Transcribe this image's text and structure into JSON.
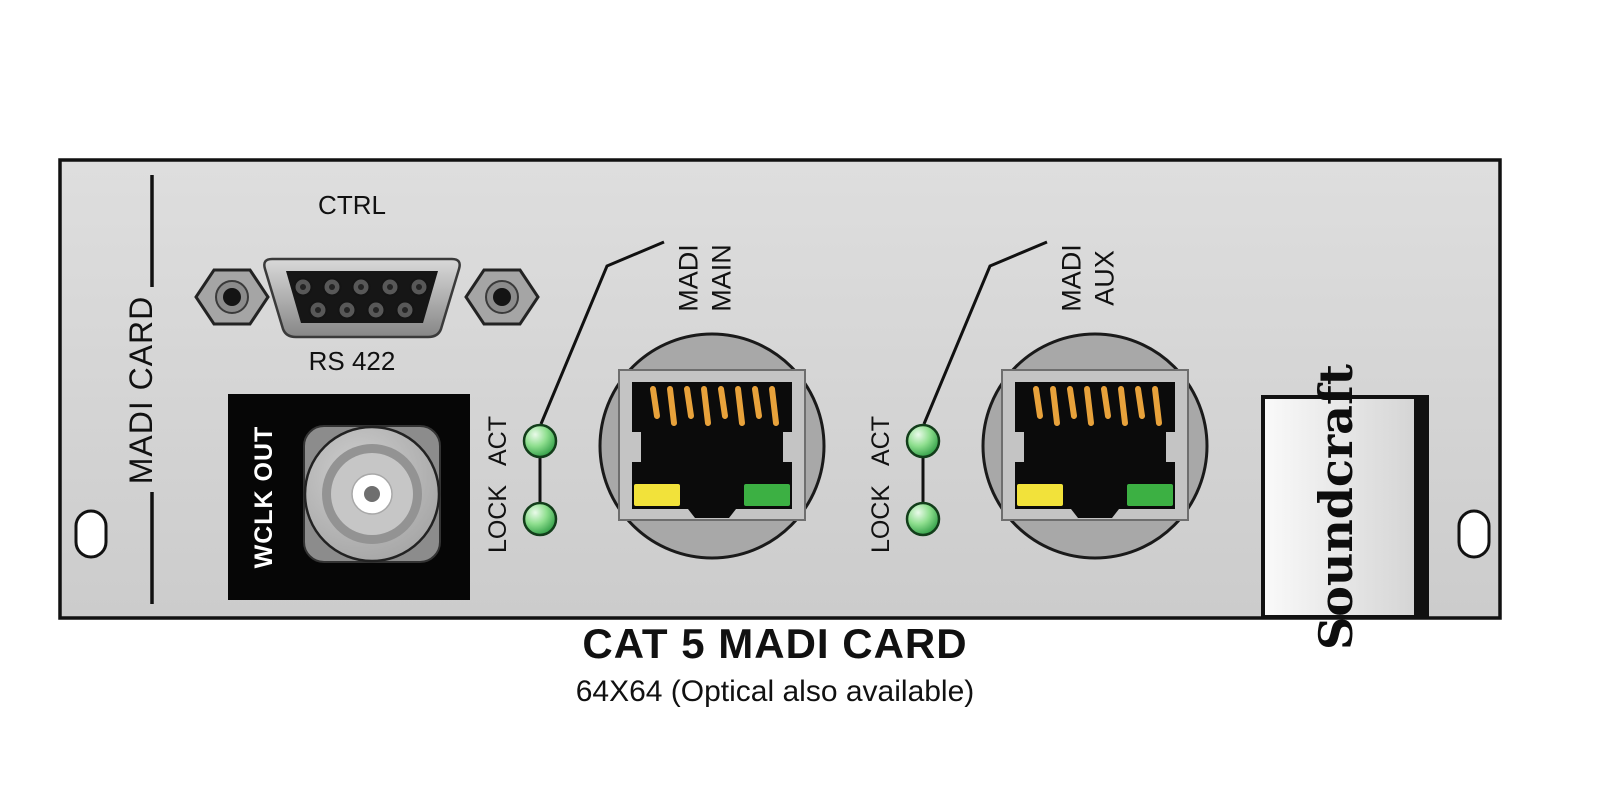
{
  "colors": {
    "panel_fill": "#d6d6d6",
    "outline": "#111111",
    "led_green": "#2f9e44",
    "led_yellow": "#f2e23a",
    "led_green_link": "#3cb043",
    "pin_gold": "#e8a23b"
  },
  "panel": {
    "side_label": "MADI CARD",
    "db9": {
      "top_label": "CTRL",
      "bottom_label": "RS 422"
    },
    "bnc": {
      "label": "WCLK OUT"
    },
    "ports": [
      {
        "id": "main",
        "label_line1": "MADI",
        "label_line2": "MAIN",
        "act": "ACT",
        "lock": "LOCK"
      },
      {
        "id": "aux",
        "label_line1": "MADI",
        "label_line2": "AUX",
        "act": "ACT",
        "lock": "LOCK"
      }
    ],
    "brand": "Soundcraft"
  },
  "caption": {
    "title": "CAT 5 MADI CARD",
    "subtitle": "64X64 (Optical also available)"
  }
}
